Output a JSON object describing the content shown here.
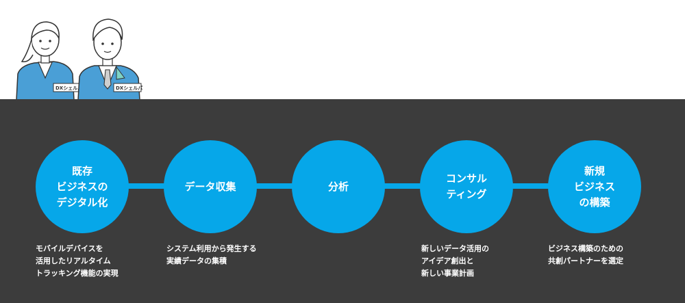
{
  "illustration": {
    "badge_left": "DXシェルパ",
    "badge_right": "DXシェルパ"
  },
  "steps": [
    {
      "label": "既存\nビジネスの\nデジタル化",
      "description": "モバイルデバイスを\n活用したリアルタイム\nトラッキング機能の実現"
    },
    {
      "label": "データ収集",
      "description": "システム利用から発生する\n実績データの集積"
    },
    {
      "label": "分析",
      "description": ""
    },
    {
      "label": "コンサル\nティング",
      "description": "新しいデータ活用の\nアイデア創出と\n新しい事業計画"
    },
    {
      "label": "新規\nビジネス\nの構築",
      "description": "ビジネス構築のための\n共創パートナーを選定"
    }
  ],
  "colors": {
    "accent": "#06a7e9",
    "dark_band": "#3c3c3c",
    "background": "#ffffff"
  }
}
